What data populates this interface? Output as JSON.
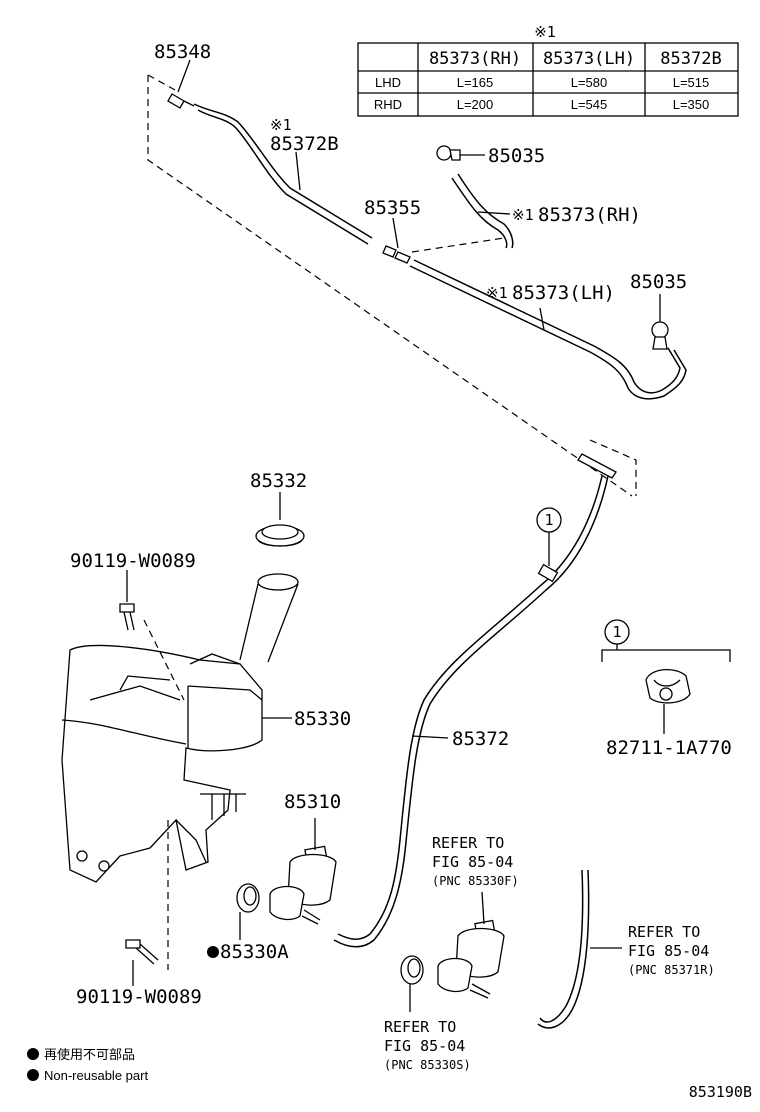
{
  "table": {
    "note_mark": "※1",
    "headers": [
      "85373(RH)",
      "85373(LH)",
      "85372B"
    ],
    "rows": [
      {
        "label": "LHD",
        "values": [
          "L=165",
          "L=580",
          "L=515"
        ]
      },
      {
        "label": "RHD",
        "values": [
          "L=200",
          "L=545",
          "L=350"
        ]
      }
    ]
  },
  "parts": {
    "p85348": "85348",
    "p85372b_mark": "※1",
    "p85372b": "85372B",
    "p85035_top": "85035",
    "p85355": "85355",
    "p85373rh_mark": "※1",
    "p85373rh": "85373(RH)",
    "p85373lh_mark": "※1",
    "p85373lh": "85373(LH)",
    "p85035_mid": "85035",
    "p85332": "85332",
    "p90119_top": "90119-W0089",
    "p85330": "85330",
    "p85372": "85372",
    "p85310": "85310",
    "p85330a": "85330A",
    "p90119_bot": "90119-W0089",
    "p82711": "82711-1A770",
    "callout_1a": "1",
    "callout_1b": "1"
  },
  "refers": {
    "r1": {
      "line1": "REFER TO",
      "line2": "FIG 85-04",
      "line3": "(PNC 85330F)"
    },
    "r2": {
      "line1": "REFER TO",
      "line2": "FIG 85-04",
      "line3": "(PNC 85371R)"
    },
    "r3": {
      "line1": "REFER TO",
      "line2": "FIG 85-04",
      "line3": "(PNC 85330S)"
    }
  },
  "legend": {
    "jp": "再使用不可部品",
    "en": "Non-reusable part"
  },
  "figure_code": "853190B"
}
